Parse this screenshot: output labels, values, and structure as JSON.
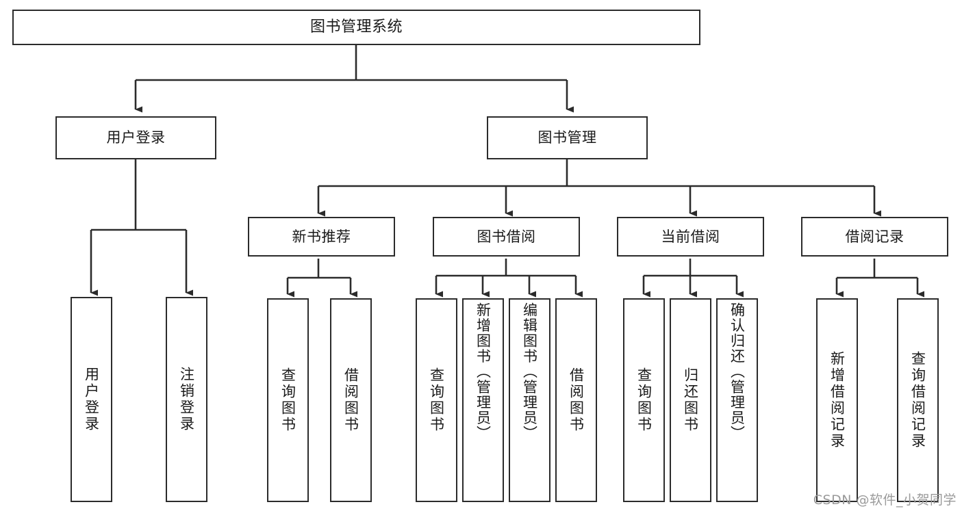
{
  "diagram": {
    "title": "图书管理系统",
    "type": "tree-hierarchy-chart",
    "colors": {
      "box_border": "#2b2b2b",
      "box_fill": "#ffffff",
      "edge": "#2b2b2b",
      "text": "#1a1a1a",
      "watermark": "#9a9a9a",
      "background": "#ffffff"
    },
    "nodes": {
      "root": {
        "label": "图书管理系统"
      },
      "level2": [
        {
          "id": "user-login",
          "label": "用户登录"
        },
        {
          "id": "book-management",
          "label": "图书管理"
        }
      ],
      "level3": [
        {
          "id": "new-book-recommend",
          "label": "新书推荐"
        },
        {
          "id": "book-borrow",
          "label": "图书借阅"
        },
        {
          "id": "current-borrow",
          "label": "当前借阅"
        },
        {
          "id": "borrow-record",
          "label": "借阅记录"
        }
      ],
      "leaves": {
        "user-login": [
          {
            "id": "leaf-user-login",
            "label": "用户登录"
          },
          {
            "id": "leaf-user-logout",
            "label": "注销登录"
          }
        ],
        "new-book-recommend": [
          {
            "id": "leaf-query-book-1",
            "label": "查询图书"
          },
          {
            "id": "leaf-borrow-book-1",
            "label": "借阅图书"
          }
        ],
        "book-borrow": [
          {
            "id": "leaf-query-book-2",
            "label": "查询图书"
          },
          {
            "id": "leaf-add-book",
            "label": "新增图书（管理员）"
          },
          {
            "id": "leaf-edit-book",
            "label": "编辑图书（管理员）"
          },
          {
            "id": "leaf-borrow-book-2",
            "label": "借阅图书"
          }
        ],
        "current-borrow": [
          {
            "id": "leaf-query-book-3",
            "label": "查询图书"
          },
          {
            "id": "leaf-return-book",
            "label": "归还图书"
          },
          {
            "id": "leaf-confirm-return",
            "label": "确认归还（管理员）"
          }
        ],
        "borrow-record": [
          {
            "id": "leaf-add-record",
            "label": "新增借阅记录"
          },
          {
            "id": "leaf-query-record",
            "label": "查询借阅记录"
          }
        ]
      }
    },
    "watermark": "CSDN @软件_小贺同学"
  }
}
